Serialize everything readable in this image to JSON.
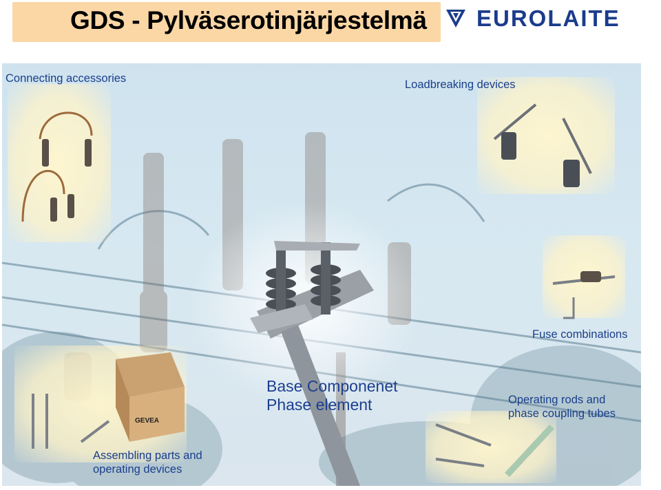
{
  "header": {
    "title": "GDS - Pylväserotinjärjestelmä",
    "logo_text": "EUROLAITE",
    "logo_icon": "eurolaite-v-mark-icon"
  },
  "poster": {
    "labels": {
      "connecting": "Connecting accessories",
      "loadbreaking": "Loadbreaking devices",
      "fuse": "Fuse combinations",
      "base_line1": "Base Componenet",
      "base_line2": "Phase element",
      "rods_line1": "Operating rods and",
      "rods_line2": "phase coupling tubes",
      "assembling_line1": "Assembling parts and",
      "assembling_line2": "operating devices",
      "box_brand": "GEVEA"
    }
  },
  "colors": {
    "title_bg": "#fbd7a6",
    "label_blue": "#1a3f8a",
    "logo_blue": "#1b3c8c",
    "background": "#d3e6f0"
  }
}
